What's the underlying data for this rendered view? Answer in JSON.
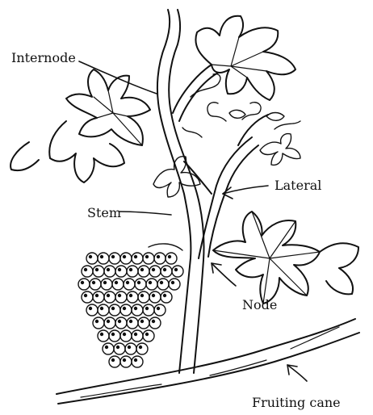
{
  "labels": {
    "internode": "Internode",
    "lateral": "Lateral",
    "stem": "Stem",
    "node": "Node",
    "fruiting_cane": "Fruiting cane"
  },
  "colors": {
    "ink": "#111111",
    "background": "#ffffff"
  }
}
